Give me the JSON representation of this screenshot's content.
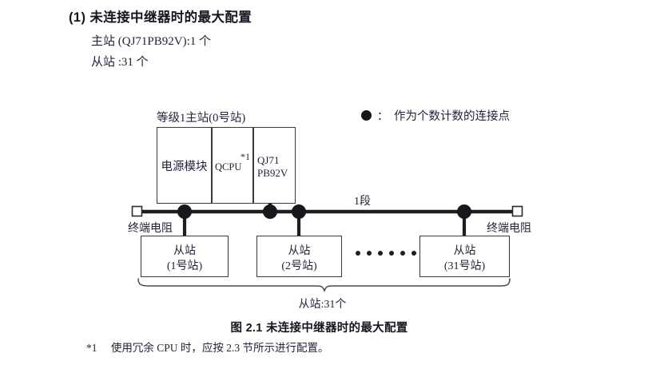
{
  "section": {
    "title": "(1) 未连接中继器时的最大配置",
    "specs": [
      "主站 (QJ71PB92V):1 个",
      "从站 :31 个"
    ]
  },
  "legend": {
    "symbol": "filled-circle",
    "colon": "：",
    "text": "作为个数计数的连接点"
  },
  "diagram": {
    "master_rack": {
      "title": "等级1主站(0号站)",
      "modules": {
        "power_supply": "电源模块",
        "cpu": "QCPU",
        "cpu_note": "*1",
        "master_line1": "QJ71",
        "master_line2": "PB92V"
      }
    },
    "bus": {
      "segment_label": "1段",
      "terminator_left": "终端电阻",
      "terminator_right": "终端电阻",
      "connection_points": 4
    },
    "slaves": [
      {
        "line1": "从站",
        "line2": "(1号站)"
      },
      {
        "line1": "从站",
        "line2": "(2号站)"
      },
      {
        "line1": "从站",
        "line2": "(31号站)"
      }
    ],
    "ellipsis_dot_count": 6,
    "brace_label": "从站:31个"
  },
  "figure_caption": "图 2.1  未连接中继器时的最大配置",
  "footnote": {
    "marker": "*1",
    "text": "使用冗余 CPU 时，应按 2.3 节所示进行配置。"
  },
  "colors": {
    "ink": "#23243a",
    "line": "#1d1d22",
    "box_border": "#3a3a3a",
    "background": "#ffffff"
  }
}
